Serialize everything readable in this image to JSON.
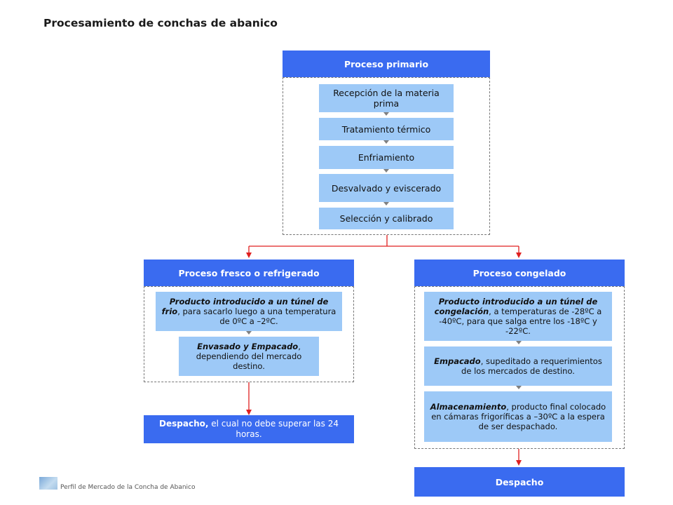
{
  "title": "Procesamiento de conchas de abanico",
  "primary": {
    "header": "Proceso primario",
    "steps": [
      "Recepción de la materia prima",
      "Tratamiento térmico",
      "Enfriamiento",
      "Desvalvado y eviscerado",
      "Selección y calibrado"
    ]
  },
  "fresh": {
    "header": "Proceso fresco o refrigerado",
    "step1": {
      "em": "Producto introducido a un túnel de frio",
      "rest": ", para sacarlo luego a una temperatura de 0ºC a –2ºC."
    },
    "step2": {
      "em": "Envasado y Empacado",
      "rest": ", dependiendo del mercado destino."
    },
    "dispatch": {
      "em": "Despacho,",
      "rest": " el cual no debe superar las 24 horas."
    }
  },
  "frozen": {
    "header": "Proceso congelado",
    "step1": {
      "em": "Producto introducido a un túnel de congelación",
      "rest": ", a temperaturas de -28ºC a -40ºC, para que salga entre los -18ºC y -22ºC."
    },
    "step2": {
      "em": "Empacado",
      "rest": ", supeditado a requerimientos de los mercados de destino."
    },
    "step3": {
      "em": "Almacenamiento",
      "rest": ", producto final colocado en cámaras frigoríficas a –30ºC a la espera de ser despachado."
    },
    "dispatch": "Despacho"
  },
  "footer": {
    "text": "Perfil de Mercado de la Concha de Abanico",
    "logo_icon": "logo-icon"
  },
  "colors": {
    "header_blue": "#3a6bf0",
    "step_blue": "#9dc9f7",
    "arrow_red": "#e02020"
  }
}
